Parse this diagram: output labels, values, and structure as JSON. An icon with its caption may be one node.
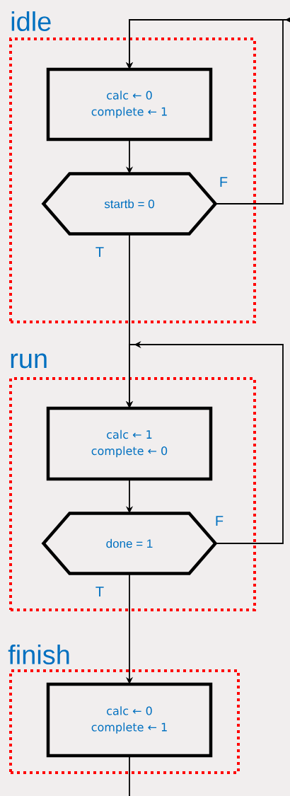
{
  "diagram": {
    "nodes": [
      {
        "text": [
          "idle"
        ]
      },
      {
        "text": [
          "calc ← 0",
          "complete ← 1"
        ],
        "in": 0
      },
      {
        "text": [
          "startb = 0"
        ],
        "in": 0
      },
      {
        "text": [
          "run"
        ]
      },
      {
        "text": [
          "calc ← 1",
          "complete ← 0"
        ],
        "in": 3
      },
      {
        "text": [
          "done = 1"
        ],
        "in": 3
      },
      {
        "text": [
          "finish"
        ]
      },
      {
        "text": [
          "calc ← 0",
          "complete ← 1"
        ],
        "in": 6
      }
    ],
    "edges": [
      {
        "from": null,
        "to": 1,
        "arrow": "to"
      },
      {
        "from": 1,
        "to": 2,
        "arrow": "to"
      },
      {
        "from": 2,
        "to": 1,
        "arrow": "to",
        "label": "F"
      },
      {
        "from": 2,
        "to": 4,
        "arrow": "to",
        "label": "T"
      },
      {
        "from": 4,
        "to": 5,
        "arrow": "to"
      },
      {
        "from": 5,
        "to": 4,
        "arrow": "to",
        "label": "F"
      },
      {
        "from": 5,
        "to": 7,
        "arrow": "to",
        "label": "T"
      },
      {
        "from": 7,
        "to": null,
        "arrow": "none"
      }
    ]
  }
}
